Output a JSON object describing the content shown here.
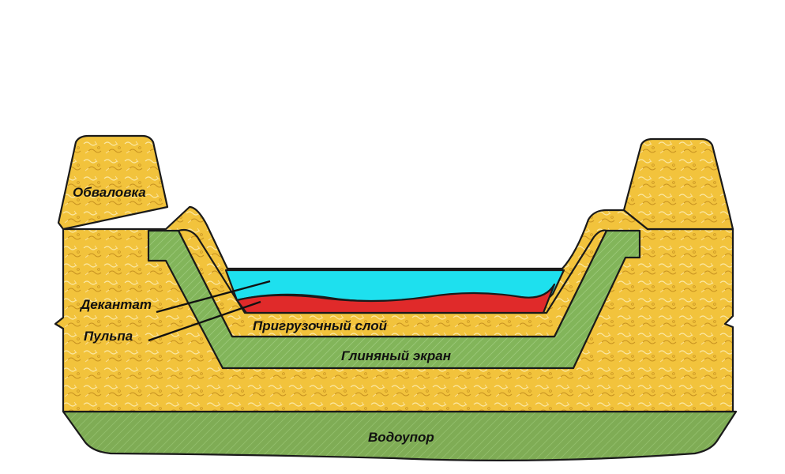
{
  "colors": {
    "soil": "#f2c33c",
    "clay": "#82b55a",
    "aquitard": "#7fac55",
    "water": "#1ee0ee",
    "pulp": "#e02a2a",
    "outline": "#1a1a1a"
  },
  "labels": {
    "embankment": "Обваловка",
    "decantate": "Декантат",
    "pulp": "Пульпа",
    "ballast_layer": "Пригрузочный слой",
    "clay_screen": "Глиняный экран",
    "aquitard": "Водоупор"
  }
}
